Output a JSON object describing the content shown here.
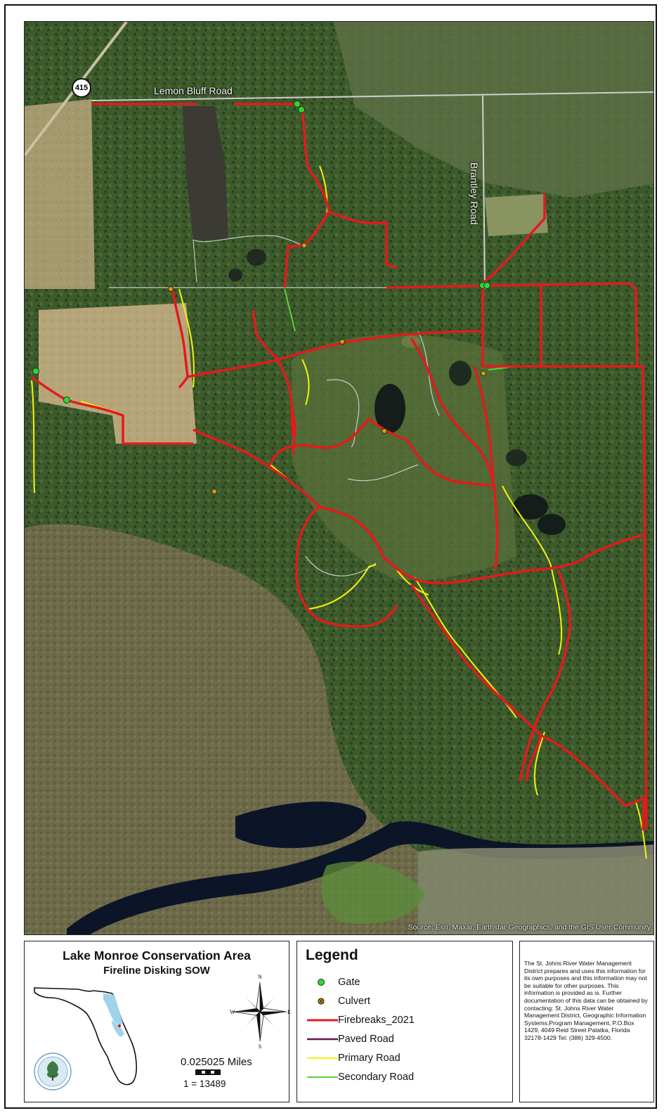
{
  "map": {
    "road_labels": {
      "lemon_bluff": "Lemon Bluff Road",
      "brantley": "Brantley Road",
      "route_shield": "415"
    },
    "attribution": "Source: Esri, Maxar, Earthstar Geographics, and the GIS User Community",
    "colors": {
      "firebreak": "#e31a1c",
      "primary_road": "#f2f20a",
      "secondary_road": "#5bd234",
      "paved_road": "#6a1050",
      "gate": "#2fd43a",
      "culvert": "#c8a01e"
    }
  },
  "title_panel": {
    "title": "Lake Monroe Conservation Area",
    "subtitle": "Fireline Disking SOW",
    "compass": {
      "n": "N",
      "s": "S",
      "e": "E",
      "w": "W"
    },
    "scale_text": "0.025025 Miles",
    "scale_ratio": "1 = 13489"
  },
  "legend": {
    "title": "Legend",
    "items": [
      {
        "label": "Gate",
        "symbol": "gate-point-symbol"
      },
      {
        "label": "Culvert",
        "symbol": "culvert-point-symbol"
      },
      {
        "label": "Firebreaks_2021",
        "symbol": "firebreak-line-symbol"
      },
      {
        "label": "Paved Road",
        "symbol": "paved-road-line-symbol"
      },
      {
        "label": "Primary Road",
        "symbol": "primary-road-line-symbol"
      },
      {
        "label": "Secondary Road",
        "symbol": "secondary-road-line-symbol"
      }
    ]
  },
  "disclaimer": "The St. Johns River Water Management District prepares and uses this information for its own purposes and this information may not be suitable for other purposes. This information is provided as is. Further documentation of this data can be obtained by contacting: St. Johns River Water Management District, Geographic Information Systems,Program Management, P.O.Box 1429, 4049 Reid Street Palatka, Florida 32178-1429 Tel: (386) 329-4500."
}
